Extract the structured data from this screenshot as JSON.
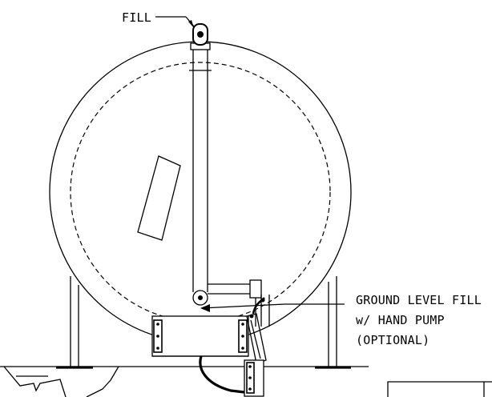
{
  "drawing": {
    "labels": {
      "fill": "FILL",
      "ground_fill_line1": "GROUND LEVEL FILL",
      "ground_fill_line2": "w/ HAND PUMP",
      "ground_fill_line3": "(OPTIONAL)"
    }
  }
}
